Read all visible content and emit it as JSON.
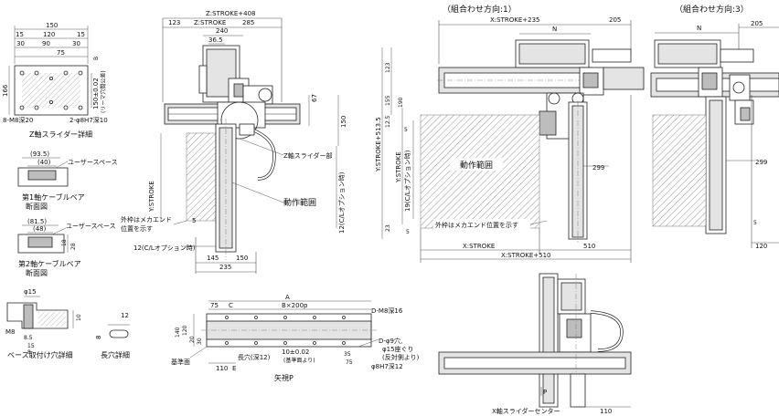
{
  "headers": {
    "dir1": "（組合わせ方向:1）",
    "dir3": "（組合わせ方向:3）"
  },
  "zslider": {
    "title": "Z軸スライダー詳細",
    "d150": "150",
    "d15a": "15",
    "d120": "120",
    "d15b": "15",
    "d30a": "30",
    "d90": "90",
    "d30b": "30",
    "d75": "75",
    "d166": "166",
    "d150tol": "150±0.02",
    "d150note": "(リーマ穴間公差)",
    "dB": "B",
    "tap": "8-M8深20",
    "pin": "2-φ8H7深10"
  },
  "cable1": {
    "d935": "(93.5)",
    "d40": "(40)",
    "user": "ユーザースペース",
    "title1": "第1軸ケーブルベア",
    "title2": "断面図"
  },
  "cable2": {
    "d815": "(81.5)",
    "d48": "(48)",
    "user": "ユーザースペース",
    "d18": "18",
    "d28": "28",
    "title1": "第2軸ケーブルベア",
    "title2": "断面図"
  },
  "side": {
    "zstroke408": "Z:STROKE+408",
    "d123": "123",
    "zstroke": "Z:STROKE",
    "d285": "285",
    "d240": "240",
    "d365": "36.5",
    "d67": "67",
    "d150": "150",
    "zsliderpart": "Z軸スライダー部",
    "ystroke": "Y:STROKE",
    "op12": "12(C/Lオプション時)",
    "range": "動作範囲",
    "outer1": "外枠はメカエンド",
    "outer2": "位置を示す",
    "d5": "5",
    "op12b": "12(C/Lオプション時)",
    "d145": "145",
    "d150b": "150",
    "d235": "235"
  },
  "top": {
    "xstroke235": "X:STROKE+235",
    "d205": "205",
    "N": "N",
    "d123": "123",
    "d155": "155",
    "d125": "12.5",
    "d190": "190",
    "d5": "5",
    "ystroke513": "Y:STROKE+513.5",
    "ystroke": "Y:STROKE",
    "op19": "19(C/Lオプション時)",
    "range": "動作範囲",
    "d299": "299",
    "d23": "23",
    "outer": "外枠はメカエンド位置を示す",
    "d5b": "5",
    "xstroke": "X:STROKE",
    "d510": "510",
    "xstroke510": "X:STROKE+510"
  },
  "right": {
    "N": "N",
    "d205": "205",
    "d299": "299",
    "d5": "5",
    "d120": "120"
  },
  "base": {
    "phi15": "φ15",
    "m8": "M8",
    "d10": "10",
    "d85": "8.5",
    "d15": "15",
    "d8": "8",
    "title": "ベース取付け穴詳細",
    "d12": "12",
    "d8b": "8",
    "slot": "長穴詳細"
  },
  "bottom": {
    "A": "A",
    "d75": "75",
    "C": "C",
    "bx200": "B×200p",
    "tap": "D-M8深16",
    "d120": "120",
    "d140": "140",
    "d20": "20",
    "d30": "30",
    "ref": "基準面",
    "d110": "110",
    "E": "E",
    "slot": "長穴(深12)",
    "tol": "10±0.02",
    "tolnote": "(基準面より)",
    "d35": "35",
    "d75b": "75",
    "holes1": "D-φ9穴,",
    "holes2": "φ15座ぐり",
    "holes3": "(反対側より)",
    "pin": "φ8H7深12",
    "view": "矢視P"
  },
  "front": {
    "P": "P",
    "xcenter": "X軸スライダーセンター",
    "d110": "110"
  }
}
